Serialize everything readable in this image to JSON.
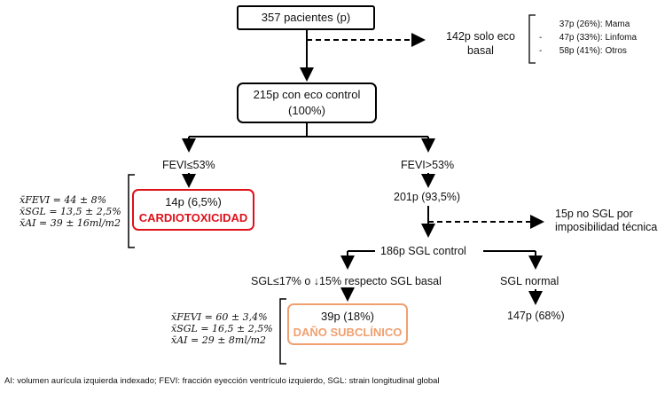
{
  "nodes": {
    "total": "357 pacientes (p)",
    "solo_eco": [
      "142p solo eco",
      "basal"
    ],
    "breakdown": [
      {
        "dash": "-",
        "text": "37p (26%): Mama"
      },
      {
        "dash": "-",
        "text": "47p (33%): Linfoma"
      },
      {
        "dash": "-",
        "text": "58p (41%): Otros"
      }
    ],
    "eco_control": [
      "215p con eco control",
      "(100%)"
    ],
    "fevi_low": "FEVI≤53%",
    "fevi_high": "FEVI>53%",
    "cardio_count": "14p (6,5%)",
    "cardio_label": "CARDIOTOXICIDAD",
    "high_count": "201p (93,5%)",
    "no_sgl": [
      "15p no SGL por",
      "imposibilidad técnica"
    ],
    "sgl_control": "186p SGL control",
    "sgl_low": "SGL≤17% o ↓15% respecto SGL basal",
    "sgl_normal": "SGL normal",
    "dano_count": "39p (18%)",
    "dano_label": "DAÑO SUBCLÍNICO",
    "normal_count": "147p (68%)"
  },
  "stats_cardio": [
    "x̄FEVI = 44 ± 8%",
    "x̄SGL = 13,5 ± 2,5%",
    "x̄AI = 39 ± 16ml/m2"
  ],
  "stats_dano": [
    "x̄FEVI = 60 ± 3,4%",
    "x̄SGL = 16,5 ± 2,5%",
    "x̄AI = 29 ± 8ml/m2"
  ],
  "footnote": "AI: volumen aurícula izquierda indexado; FEVI: fracción eyección ventrículo izquierdo, SGL: strain longitudinal global",
  "colors": {
    "cardio": "#e0101a",
    "dano": "#f0a070",
    "line": "#000000"
  }
}
